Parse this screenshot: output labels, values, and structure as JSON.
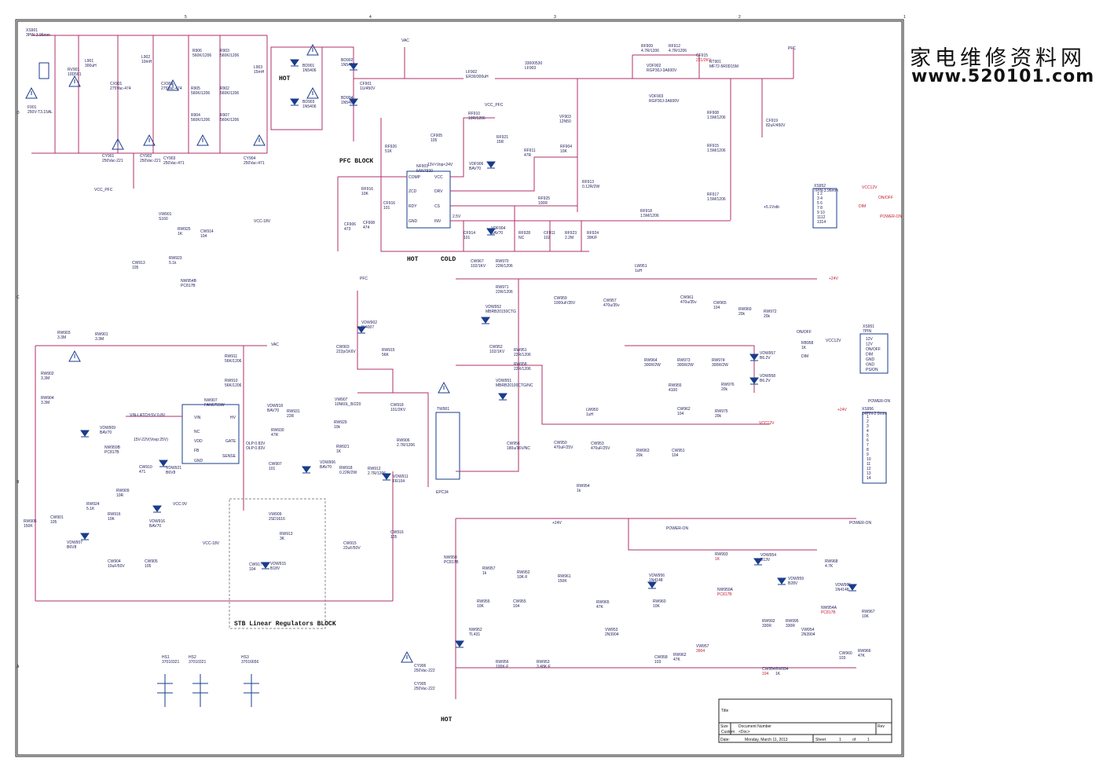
{
  "watermark": {
    "line1": "家电维修资料网",
    "line2": "www.520101.com"
  },
  "blocks": {
    "pfc_block": "PFC BLOCK",
    "stb_block": "STB Linear Regulators BLOCK",
    "hot_top": "HOT",
    "hot_mid": "HOT",
    "cold": "COLD",
    "hot_bottom": "HOT"
  },
  "nets": {
    "vac_top": "VAC",
    "vac_mid": "VAC",
    "pfc_top": "PFC",
    "pfc_mid": "PFC",
    "vcc_pfc_left": "VCC_PFC",
    "vcc_pfc_top": "VCC_PFC",
    "vcc18_right": "VCC-18V",
    "vcc18_bottom": "VCC-18V",
    "plus24v": "+24V",
    "plus24v_mid": "+24V",
    "plus24v_right": "+24V",
    "vcc12v": "VCC12V",
    "vcc12v_right": "VCC12V",
    "vcc12v_con": "VCC12V",
    "power_on1": "POWER-ON",
    "power_on2": "POWER-ON",
    "power_on3": "POWER-ON",
    "power_on_con": "POWER-ON",
    "on_off": "ON/OFF",
    "on_off_con": "ON/OFF",
    "dim": "DIM",
    "dim_con": "DIM",
    "plus5vstb": "+5.1Vstb",
    "epc34": "EPC34",
    "vin_latch": "VIN-LATCH:5V   0.8V",
    "olp_top": "OLP:0.83V",
    "olp_bot": "OLP:0.83V",
    "vcc_range": "15V-22V(Vovp:25V)",
    "vcc_9v": "VCC:9V",
    "vcc_range_pfc": "13V<Vop<24V",
    "v25": "2.5V"
  },
  "parts": {
    "xs901": [
      "XS901",
      "3PIN-3.96mm"
    ],
    "f901": [
      "F901",
      "250V-T3.15AL"
    ],
    "rv901": [
      "RV901",
      "10D561"
    ],
    "l901": [
      "L901",
      "300uH"
    ],
    "cx901": [
      "CX901",
      "275Vac-474"
    ],
    "l902": [
      "L902",
      "10mH"
    ],
    "cx902": [
      "CX902",
      "275Vac-474"
    ],
    "r906": [
      "R906",
      "560K/1206"
    ],
    "r903": [
      "R903",
      "560K/1206"
    ],
    "r905": [
      "R905",
      "560K/1206"
    ],
    "r902": [
      "R902",
      "560K/1206"
    ],
    "r904": [
      "R904",
      "560K/1206"
    ],
    "r907": [
      "R907",
      "560K/1206"
    ],
    "l903": [
      "L903",
      "15mH"
    ],
    "bd901": [
      "BD901",
      "1N5406"
    ],
    "bd902": [
      "BD902",
      "1N5406"
    ],
    "bd903": [
      "BD903",
      "1N5406"
    ],
    "bd904": [
      "BD904",
      "1N5406"
    ],
    "cy901": [
      "CY901",
      "250Vac-221"
    ],
    "cy902": [
      "CY902",
      "250Vac-221"
    ],
    "cy903": [
      "CY903",
      "250Vac-471"
    ],
    "cy904": [
      "CY904",
      "250Vac-471"
    ],
    "cf901": [
      "CF901",
      "1U/450V"
    ],
    "lf902": [
      "LF902",
      "ER30/300uH"
    ],
    "lf903": [
      "33000530",
      "LF903"
    ],
    "rf909": [
      "RF909",
      "4.7R/1206"
    ],
    "rf912": [
      "RF912",
      "4.7R/1206"
    ],
    "cf915": [
      "CF915",
      "221/2KV"
    ],
    "vdf902": [
      "VDF902",
      "RGP30J-3A600V"
    ],
    "vdf903": [
      "VDF903",
      "RGP30J-3A600V"
    ],
    "rt901": [
      "RT901",
      "MF72-5R0D15M"
    ],
    "rf908": [
      "RF908",
      "1.5M/1206"
    ],
    "cf919": [
      "CF919",
      "82uF/450V"
    ],
    "rf915": [
      "RF915",
      "1.5M/1206"
    ],
    "rf917": [
      "RF917",
      "1.5M/1206"
    ],
    "rf918": [
      "RF918",
      "1.5M/1206"
    ],
    "rf926": [
      "RF926",
      "51K"
    ],
    "rf910": [
      "RF910",
      "10R/1206"
    ],
    "cf905": [
      "CF905",
      "105"
    ],
    "rf921": [
      "RF921",
      "15R"
    ],
    "vdf906": [
      "VDF906",
      "BAV70"
    ],
    "rf911": [
      "RF911",
      "47R"
    ],
    "vf903": [
      "VF903",
      "12N50"
    ],
    "rf904": [
      "RF904",
      "10K"
    ],
    "rf913": [
      "RF913",
      "0.12R/2W"
    ],
    "nf903": [
      "NF903",
      "FAN7930"
    ],
    "rf916": [
      "RF916",
      "10K"
    ],
    "cf916": [
      "CF916",
      "101"
    ],
    "cf906": [
      "CF906",
      "473"
    ],
    "cf908": [
      "CF908",
      "474"
    ],
    "rf925": [
      "RF925",
      "100R"
    ],
    "cf914": [
      "CF914",
      "101"
    ],
    "vdf904": [
      "VDF904",
      "BAV70"
    ],
    "rf928": [
      "RF928",
      "NC"
    ],
    "cf911": [
      "CF911",
      "102"
    ],
    "rf923": [
      "RF923",
      "2.2M"
    ],
    "rf924": [
      "RF924",
      "39K/F"
    ],
    "xs952": [
      "XS952",
      "7PIN-3.96mm"
    ],
    "vw901": [
      "VW901",
      "S160"
    ],
    "rw925": [
      "RW925",
      "1K"
    ],
    "cw914": [
      "CW914",
      "104"
    ],
    "cw913": [
      "CW913",
      "105"
    ],
    "rw923": [
      "RW923",
      "5.1k"
    ],
    "nw954b": [
      "NW954B",
      "PC817B"
    ],
    "cw967": [
      "CW967",
      "102/1KV"
    ],
    "rw970": [
      "RW970",
      "22R/1206"
    ],
    "rw971": [
      "RW971",
      "22R/1206"
    ],
    "vdw952": [
      "VDW952",
      "MBRB20150CTG"
    ],
    "lw951": [
      "LW951",
      "1uH"
    ],
    "cw959": [
      "CW959",
      "1000uF/35V"
    ],
    "cw957": [
      "CW957",
      "470u/35v"
    ],
    "cw961": [
      "CW961",
      "470u/35v"
    ],
    "cw965": [
      "CW965",
      "104"
    ],
    "rw969": [
      "RW969",
      "20k"
    ],
    "rw972": [
      "RW972",
      "20k"
    ],
    "rw903": [
      "RW903",
      "3.3M"
    ],
    "rw901": [
      "RW901",
      "3.3M"
    ],
    "rw902": [
      "RW902",
      "3.3M"
    ],
    "rw904": [
      "RW904",
      "3.3M"
    ],
    "rw911": [
      "RW911",
      "56K/1206"
    ],
    "rw910": [
      "RW910",
      "56K/1206"
    ],
    "vdw902": [
      "VDW902",
      "IN4007"
    ],
    "cw903": [
      "CW903",
      "222p/1K6V"
    ],
    "rw915": [
      "RW915",
      "56K"
    ],
    "cw952": [
      "CW952",
      "102/1KV"
    ],
    "rw951": [
      "RW951",
      "22R/1206"
    ],
    "rw958": [
      "RW958",
      "22R/1206"
    ],
    "vdw951": [
      "VDW951",
      "MBRB20100CTG/NC"
    ],
    "rw964": [
      "RW964",
      "300R/2W"
    ],
    "rw973": [
      "RW973",
      "300R/2W"
    ],
    "rw974": [
      "RW974",
      "300R/2W"
    ],
    "vdw957": [
      "VDW957",
      "B6.2V"
    ],
    "vdw958": [
      "VDW958",
      "B6.2V"
    ],
    "nw907": [
      "NW907",
      "FAN6755W"
    ],
    "vdw918": [
      "VDW918",
      "BAV70"
    ],
    "rw931": [
      "RW931",
      "22R"
    ],
    "rw930": [
      "RW930",
      "47R"
    ],
    "vw907": [
      "VW907",
      "10N60L_B/220"
    ],
    "cw918": [
      "CW918",
      "101/2KV"
    ],
    "tw901": [
      "TW901",
      ""
    ],
    "rw929": [
      "RW929",
      "10k"
    ],
    "rw906": [
      "RW906",
      "2.7R/1206"
    ],
    "rw921": [
      "RW921",
      "1K"
    ],
    "rw918": [
      "RW918",
      "0.22R/2W"
    ],
    "rw912": [
      "RW912",
      "2.7R/1206"
    ],
    "vdw911": [
      "VDW911",
      "FR104"
    ],
    "cw907": [
      "CW907",
      "101"
    ],
    "vdw906": [
      "VDW906",
      "BAV70"
    ],
    "vdw909": [
      "VDW909",
      "BAV70"
    ],
    "nw959b": [
      "NW959B",
      "PC817B"
    ],
    "cw910": [
      "CW910",
      "471"
    ],
    "vdw921": [
      "VDW921",
      "B6V8"
    ],
    "rw909": [
      "RW909",
      "10R"
    ],
    "rw924": [
      "RW924",
      "5.1K"
    ],
    "rw916": [
      "RW916",
      "10K"
    ],
    "vdw916": [
      "VDW916",
      "BAV70"
    ],
    "vw909": [
      "VW909",
      "2SD1616"
    ],
    "rw913": [
      "RW913",
      "3K"
    ],
    "cw917": [
      "CW917",
      "104"
    ],
    "vdw915": [
      "VDW915",
      "B18V"
    ],
    "cw915": [
      "CW915",
      "22uF/50V"
    ],
    "cw916": [
      "CW916",
      "105"
    ],
    "rw905": [
      "RW905",
      "150K"
    ],
    "cw901": [
      "CW901",
      "105"
    ],
    "vdw907": [
      "VDW907",
      "B6V8"
    ],
    "cw904": [
      "CW904",
      "10uF/50V"
    ],
    "cw905": [
      "CW905",
      "105"
    ],
    "rw955": [
      "RW955",
      "4100"
    ],
    "cw962": [
      "CW962",
      "104"
    ],
    "rw976": [
      "RW976",
      "20k"
    ],
    "rw975": [
      "RW975",
      "20k"
    ],
    "lw950": [
      "LW950",
      "1uH"
    ],
    "cw956": [
      "CW956",
      "180u/16V/NC"
    ],
    "cw950": [
      "CW950",
      "470uF/25V"
    ],
    "cw953": [
      "CW953",
      "470uF/25V"
    ],
    "rw963": [
      "RW963",
      "20k"
    ],
    "cw951": [
      "CW951",
      "104"
    ],
    "rw954": [
      "RW954",
      "1k"
    ],
    "xs951": [
      "XS951",
      "7PIN"
    ],
    "rb958": [
      "RB958",
      "1K"
    ],
    "xs956": [
      "XS956",
      "14PIN-2.0mm"
    ],
    "nw950": [
      "NW950",
      "PC817B"
    ],
    "rw957": [
      "RW957",
      "1k"
    ],
    "rw952": [
      "RW952",
      "10K-F"
    ],
    "rw961": [
      "RW961",
      "150K"
    ],
    "rw955b": [
      "RW955",
      "10K"
    ],
    "cw955": [
      "CW955",
      "104"
    ],
    "nw952": [
      "NW952",
      "TL431"
    ],
    "rw956": [
      "RW956",
      "100K-F"
    ],
    "rw953": [
      "RW953",
      "3.48K-F"
    ],
    "rw965": [
      "RW965",
      "47K"
    ],
    "vw953": [
      "VW953",
      "2N3904"
    ],
    "vdw956": [
      "VDW956",
      "1N4148"
    ],
    "rw960": [
      "RW960",
      "10K"
    ],
    "cw958": [
      "CW958",
      "103"
    ],
    "rw962": [
      "RW962",
      "47K"
    ],
    "rw993": [
      "RW993",
      "1K"
    ],
    "nw959a": [
      "NW959A",
      "PC817B"
    ],
    "vw957": [
      "VW957",
      "3904"
    ],
    "vdw954": [
      "VDW954",
      "B13V"
    ],
    "rw992": [
      "RW992",
      "330R"
    ],
    "rw995": [
      "RW995",
      "330R"
    ],
    "cw954": [
      "CW954",
      "104"
    ],
    "rw994": [
      "RW994",
      "1K"
    ],
    "vdw959": [
      "VDW959",
      "B28V"
    ],
    "rw968": [
      "RW968",
      "4.7K"
    ],
    "vdw965": [
      "VDW965",
      "1N4148"
    ],
    "nw954a": [
      "NW954A",
      "PC817B"
    ],
    "vw954": [
      "VW954",
      "2N3904"
    ],
    "rw967": [
      "RW967",
      "10K"
    ],
    "cw960": [
      "CW960",
      "103"
    ],
    "rw966": [
      "RW966",
      "47K"
    ],
    "cy906": [
      "CY906",
      "250Vac-222"
    ],
    "cy905": [
      "CY905",
      "250Vac-222"
    ],
    "hs1": [
      "HS1",
      "37010321"
    ],
    "hs2": [
      "HS2",
      "37010321"
    ],
    "hs3": [
      "HS3",
      "37016656"
    ]
  },
  "nf903_pins": {
    "comp": "COMP",
    "zcd": "ZCD",
    "rdy": "RDY",
    "gnd": "GND",
    "vcc": "VCC",
    "drv": "DRV",
    "cs": "CS",
    "inv": "INV"
  },
  "nw907_pins": {
    "vin": "VIN",
    "nc": "NC",
    "vdd": "VDD",
    "fb": "FB",
    "gnd": "GND",
    "hv": "HV",
    "gate": "GATE",
    "sense": "SENSE"
  },
  "xs951_pins": [
    "12V",
    "12V",
    "ON/OFF",
    "DIM",
    "GND",
    "GND",
    "PS/ON"
  ],
  "xs952_pins": [
    "1  2",
    "3  4",
    "5  6",
    "7  8",
    "9  10",
    "1112",
    "1314"
  ],
  "xs956_pins": [
    "1",
    "2",
    "3",
    "4",
    "5",
    "6",
    "7",
    "8",
    "9",
    "10",
    "11",
    "12",
    "13",
    "14"
  ],
  "title_block": {
    "title": "Title",
    "size": "Size",
    "doc_number": "Document Number",
    "rev": "Rev",
    "size_val": "Custom",
    "doc_val": "<Doc>",
    "date_lbl": "Date:",
    "date_val": "Monday, March 11, 2013",
    "sheet_lbl": "Sheet",
    "sheet_num": "1",
    "of": "of",
    "sheet_total": "1"
  },
  "border": {
    "top": [
      "5",
      "4",
      "3",
      "2",
      "1"
    ],
    "side": [
      "D",
      "C",
      "B",
      "A"
    ]
  }
}
